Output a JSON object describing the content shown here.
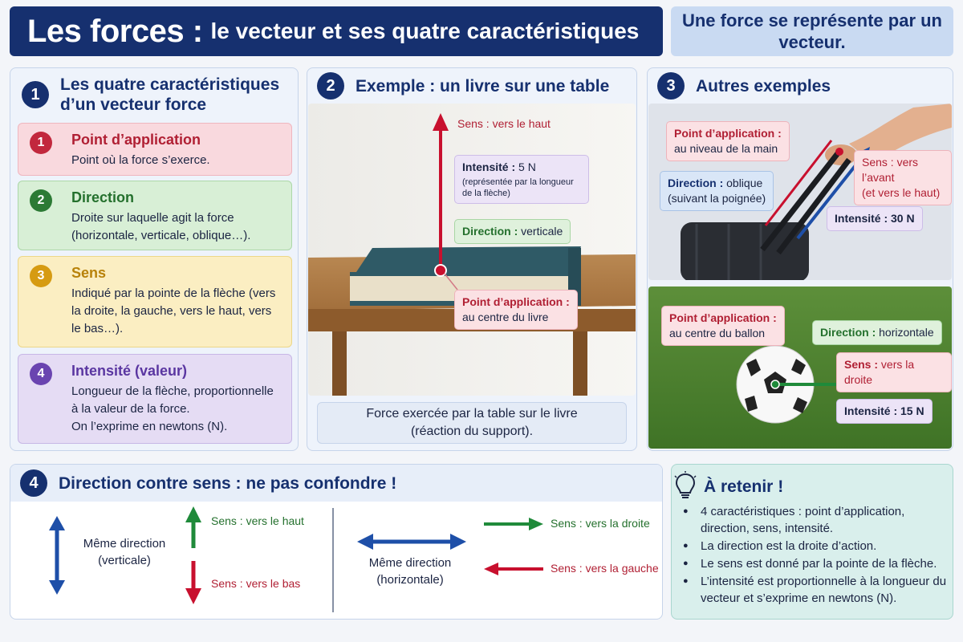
{
  "header": {
    "title_main": "Les forces :",
    "title_sub": "le vecteur et ses quatre caractéristiques",
    "tagline": "Une force se représente par un vecteur."
  },
  "section1": {
    "number": "1",
    "title": "Les quatre caractéristiques d’un vecteur force",
    "cards": [
      {
        "number": "1",
        "title": "Point d’application",
        "desc": "Point où la force s’exerce."
      },
      {
        "number": "2",
        "title": "Direction",
        "desc": "Droite sur laquelle agit la force (horizontale, verticale, oblique…)."
      },
      {
        "number": "3",
        "title": "Sens",
        "desc": "Indiqué par la pointe de la flèche (vers la droite, la gauche, vers le haut, vers le bas…)."
      },
      {
        "number": "4",
        "title": "Intensité (valeur)",
        "desc_lines": [
          "Longueur de la flèche, proportionnelle",
          "à la valeur de la force.",
          "On l’exprime en newtons (N)."
        ]
      }
    ]
  },
  "section2": {
    "number": "2",
    "title": "Exemple : un livre sur une table",
    "labels": {
      "sens": "Sens : vers le haut",
      "intensite_key": "Intensité :",
      "intensite_val": "5 N",
      "intensite_note": "(représentée par la longueur de la flèche)",
      "direction_key": "Direction :",
      "direction_val": "verticale",
      "point_key": "Point d’application :",
      "point_val": "au centre du livre"
    },
    "caption_lines": [
      "Force exercée par la table sur le livre",
      "(réaction du support)."
    ]
  },
  "section3": {
    "number": "3",
    "title": "Autres exemples",
    "suitcase": {
      "point_key": "Point d’application :",
      "point_val": "au niveau de la main",
      "direction_key": "Direction :",
      "direction_val_1": "oblique",
      "direction_val_2": "(suivant la poignée)",
      "sens_lines": [
        "Sens : vers l’avant",
        "(et vers le haut)"
      ],
      "intensite_key": "Intensité :",
      "intensite_val": "30 N"
    },
    "ball": {
      "point_key": "Point d’application :",
      "point_val": "au centre du ballon",
      "direction_key": "Direction :",
      "direction_val": "horizontale",
      "sens_key": "Sens :",
      "sens_val": "vers la droite",
      "intensite_key": "Intensité :",
      "intensite_val": "15 N"
    }
  },
  "section4": {
    "number": "4",
    "title": "Direction contre sens : ne pas confondre !",
    "vertical": {
      "label_1": "Même direction",
      "label_2": "(verticale)",
      "up": "Sens : vers le haut",
      "down": "Sens : vers le bas"
    },
    "horizontal": {
      "label_1": "Même direction",
      "label_2": "(horizontale)",
      "right": "Sens : vers la droite",
      "left": "Sens : vers la gauche"
    }
  },
  "retenir": {
    "title": "À retenir !",
    "items": [
      "4 caractéristiques : point d’application, direction, sens, intensité.",
      "La direction est la droite d’action.",
      "Le sens est donné par la pointe de la flèche.",
      "L’intensité est proportionnelle à la longueur du vecteur et s’exprime en newtons (N)."
    ]
  },
  "colors": {
    "navy": "#16306f",
    "red": "#c2283d",
    "green": "#2c7a35",
    "yellow": "#d69b12",
    "violet": "#6a44b0",
    "blue": "#1e4fa8",
    "arrow_green": "#1f8a3a"
  },
  "icons": {
    "retenir": "lightbulb-icon"
  }
}
